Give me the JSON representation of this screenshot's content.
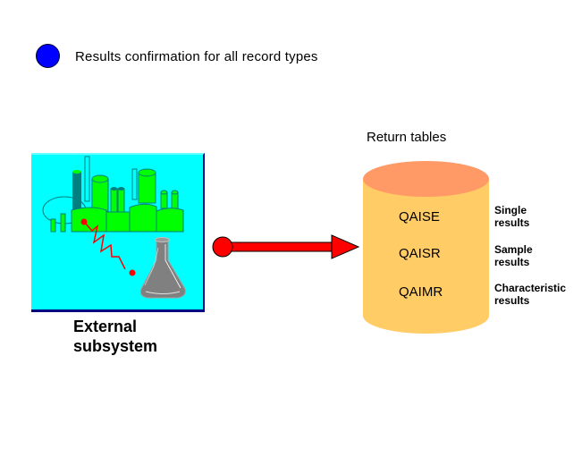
{
  "heading": {
    "bullet_color": "#0000ff",
    "text": "Results confirmation for all record types"
  },
  "subsystem": {
    "label_line1": "External",
    "label_line2": "subsystem",
    "background_color": "#00ffff",
    "illustration_icons": [
      "factory-icon",
      "lab-flask-icon",
      "data-link-zigzag-icon"
    ]
  },
  "transfer_arrow": {
    "color": "#ff0000",
    "direction": "right"
  },
  "return_tables": {
    "title": "Return tables",
    "top_color": "#ff9966",
    "body_color": "#ffcc66",
    "tables": [
      {
        "code": "QAISE",
        "desc_line1": "Single",
        "desc_line2": "results"
      },
      {
        "code": "QAISR",
        "desc_line1": "Sample",
        "desc_line2": "results"
      },
      {
        "code": "QAIMR",
        "desc_line1": "Characteristic",
        "desc_line2": "results"
      }
    ]
  }
}
